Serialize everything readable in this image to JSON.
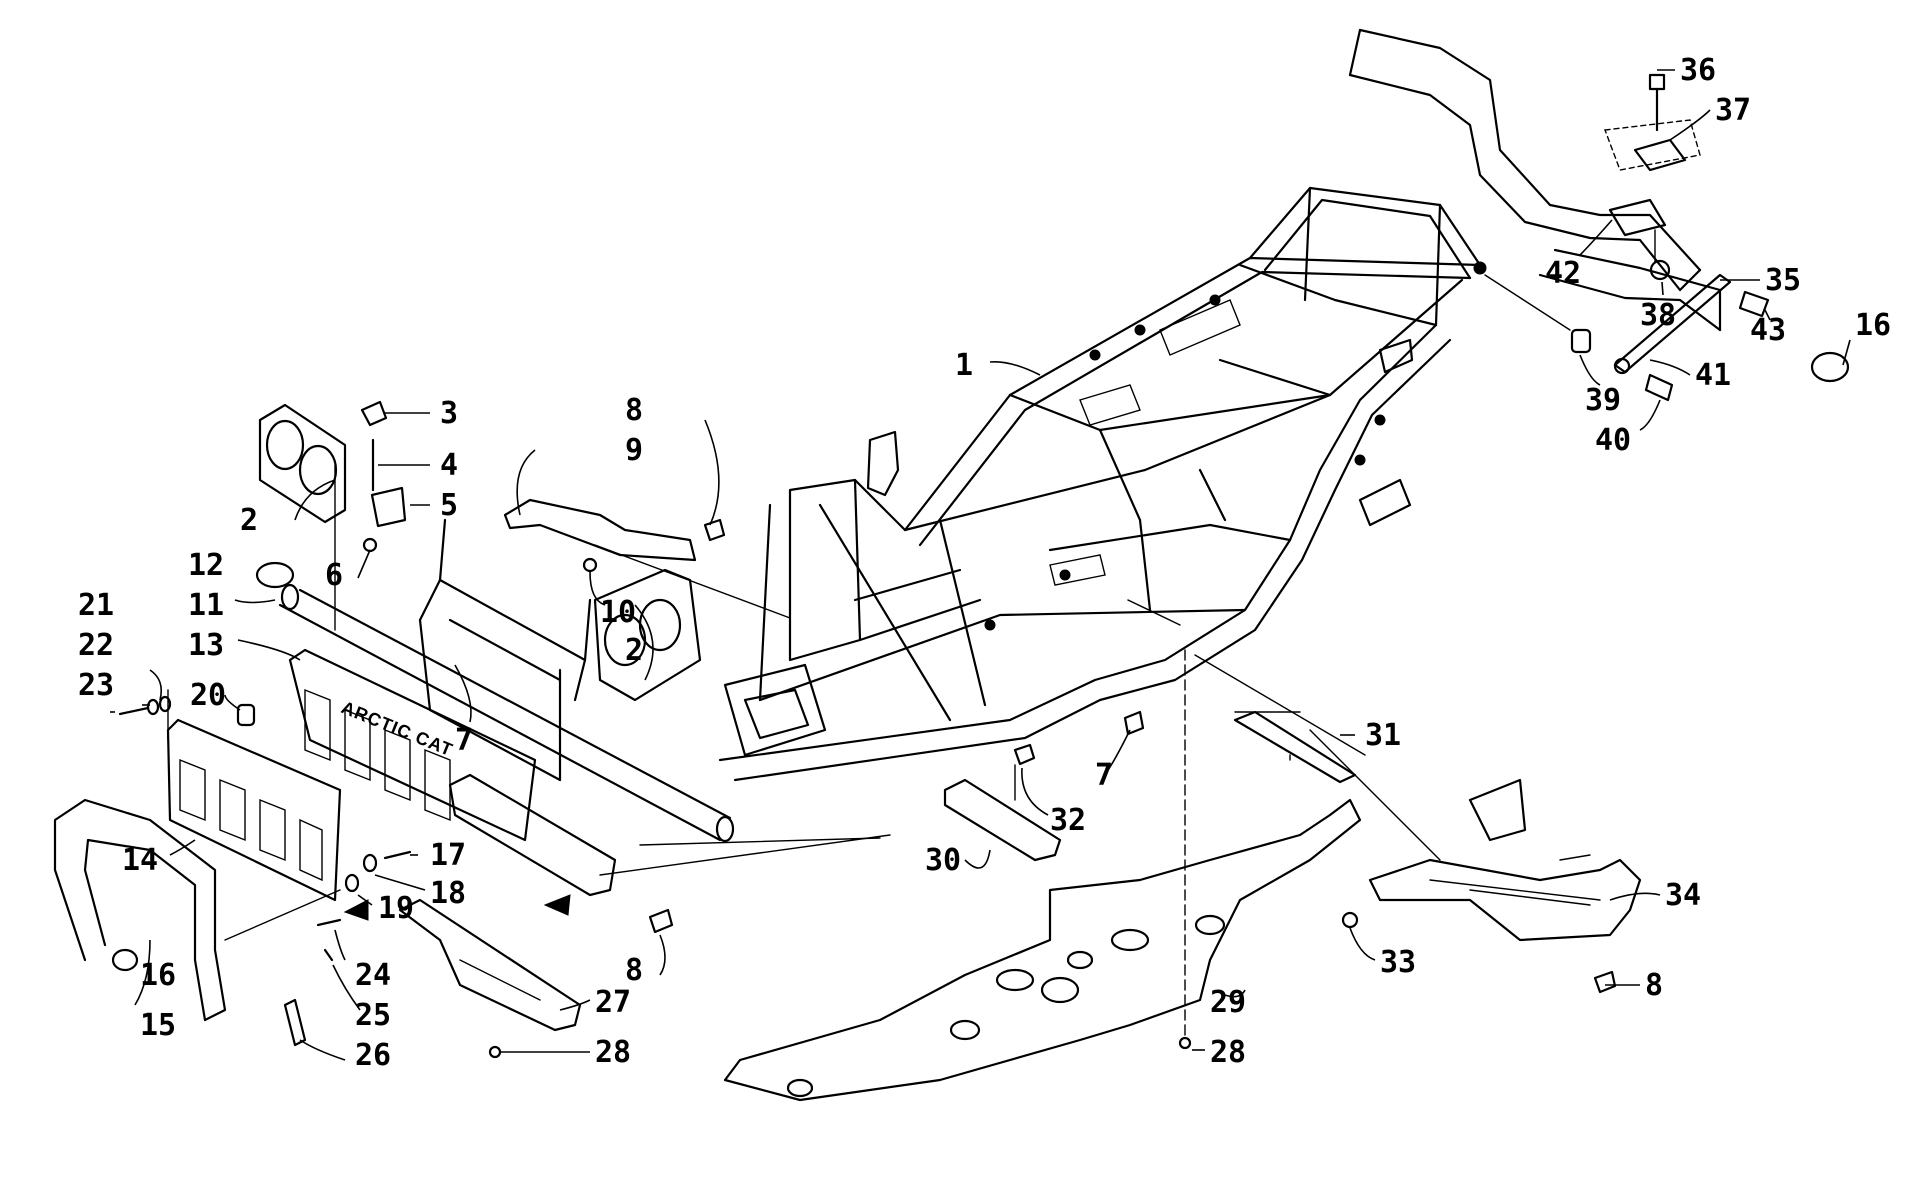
{
  "diagram": {
    "brand_text": "ARCTIC CAT",
    "callouts": [
      {
        "id": "c1",
        "label": "1"
      },
      {
        "id": "c2a",
        "label": "2"
      },
      {
        "id": "c2b",
        "label": "2"
      },
      {
        "id": "c3",
        "label": "3"
      },
      {
        "id": "c4",
        "label": "4"
      },
      {
        "id": "c5",
        "label": "5"
      },
      {
        "id": "c6",
        "label": "6"
      },
      {
        "id": "c7a",
        "label": "7"
      },
      {
        "id": "c7b",
        "label": "7"
      },
      {
        "id": "c8a",
        "label": "8"
      },
      {
        "id": "c8b",
        "label": "8"
      },
      {
        "id": "c8c",
        "label": "8"
      },
      {
        "id": "c9",
        "label": "9"
      },
      {
        "id": "c10",
        "label": "10"
      },
      {
        "id": "c11",
        "label": "11"
      },
      {
        "id": "c12",
        "label": "12"
      },
      {
        "id": "c13",
        "label": "13"
      },
      {
        "id": "c14",
        "label": "14"
      },
      {
        "id": "c15",
        "label": "15"
      },
      {
        "id": "c16a",
        "label": "16"
      },
      {
        "id": "c16b",
        "label": "16"
      },
      {
        "id": "c17",
        "label": "17"
      },
      {
        "id": "c18",
        "label": "18"
      },
      {
        "id": "c19",
        "label": "19"
      },
      {
        "id": "c20",
        "label": "20"
      },
      {
        "id": "c21",
        "label": "21"
      },
      {
        "id": "c22",
        "label": "22"
      },
      {
        "id": "c23",
        "label": "23"
      },
      {
        "id": "c24",
        "label": "24"
      },
      {
        "id": "c25",
        "label": "25"
      },
      {
        "id": "c26",
        "label": "26"
      },
      {
        "id": "c27",
        "label": "27"
      },
      {
        "id": "c28a",
        "label": "28"
      },
      {
        "id": "c28b",
        "label": "28"
      },
      {
        "id": "c29",
        "label": "29"
      },
      {
        "id": "c30",
        "label": "30"
      },
      {
        "id": "c31",
        "label": "31"
      },
      {
        "id": "c32",
        "label": "32"
      },
      {
        "id": "c33",
        "label": "33"
      },
      {
        "id": "c34",
        "label": "34"
      },
      {
        "id": "c35",
        "label": "35"
      },
      {
        "id": "c36",
        "label": "36"
      },
      {
        "id": "c37",
        "label": "37"
      },
      {
        "id": "c38",
        "label": "38"
      },
      {
        "id": "c39",
        "label": "39"
      },
      {
        "id": "c40",
        "label": "40"
      },
      {
        "id": "c41",
        "label": "41"
      },
      {
        "id": "c42",
        "label": "42"
      },
      {
        "id": "c43",
        "label": "43"
      }
    ]
  }
}
